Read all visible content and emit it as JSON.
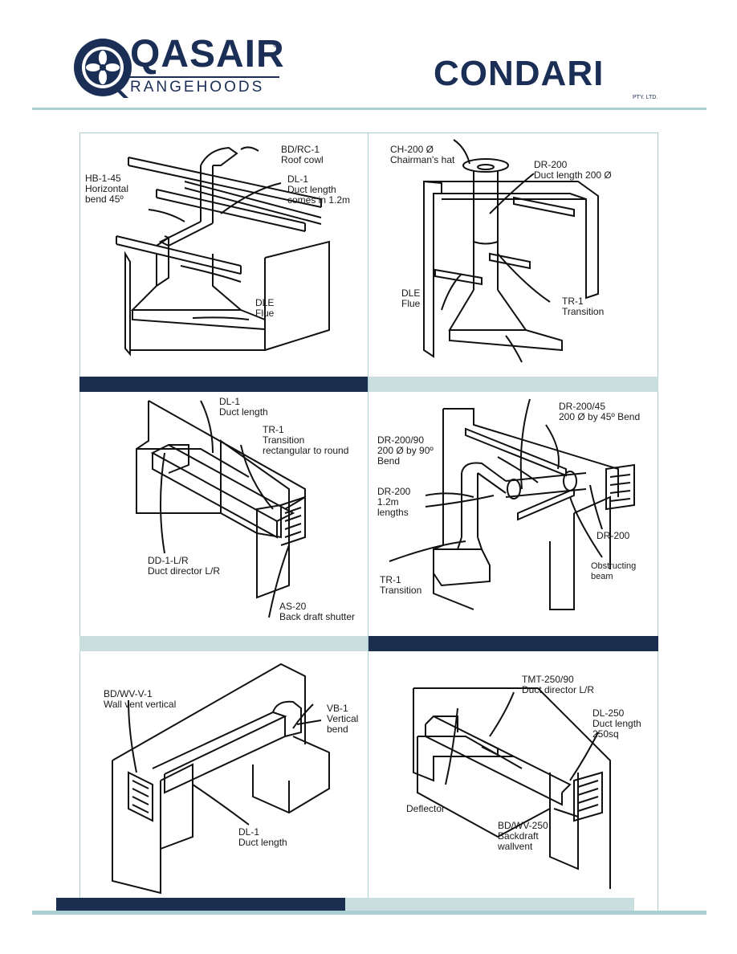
{
  "brand": {
    "qasair": "QASAIR",
    "qasair_reg": "®",
    "qasair_sub": "RANGEHOODS",
    "condari": "CONDARI",
    "condari_pty": "PTY. LTD."
  },
  "colors": {
    "navy": "#1b2e4f",
    "teal_light": "#c9dfdf",
    "teal_rule": "#a9cfd0"
  },
  "panels": [
    {
      "labels": [
        {
          "text": "BD/RC-1\nRoof cowl"
        },
        {
          "text": "HB-1-45\nHorizontal\nbend 45º"
        },
        {
          "text": "DL-1\nDuct length\ncomes in 1.2m"
        },
        {
          "text": "DLE\nFlue"
        }
      ]
    },
    {
      "labels": [
        {
          "text": "CH-200 Ø\nChairman's hat"
        },
        {
          "text": "DR-200\nDuct length 200 Ø"
        },
        {
          "text": "DLE\nFlue"
        },
        {
          "text": "TR-1\nTransition"
        }
      ]
    },
    {
      "labels": [
        {
          "text": "DL-1\nDuct length"
        },
        {
          "text": "TR-1\nTransition\nrectangular to round"
        },
        {
          "text": "DD-1-L/R\nDuct director L/R"
        },
        {
          "text": "AS-20\nBack draft shutter"
        }
      ]
    },
    {
      "labels": [
        {
          "text": "DR-200/45\n200 Ø by 45º Bend"
        },
        {
          "text": "DR-200/90\n200 Ø by 90º\nBend"
        },
        {
          "text": "DR-200\n1.2m\nlengths"
        },
        {
          "text": "DR-200"
        },
        {
          "text": "Obstructing\nbeam"
        },
        {
          "text": "TR-1\nTransition"
        }
      ]
    },
    {
      "labels": [
        {
          "text": "BD/WV-V-1\nWall vent vertical"
        },
        {
          "text": "VB-1\nVertical\nbend"
        },
        {
          "text": "DL-1\nDuct length"
        }
      ]
    },
    {
      "labels": [
        {
          "text": "TMT-250/90\nDuct director L/R"
        },
        {
          "text": "DL-250\nDuct length\n250sq"
        },
        {
          "text": "Deflector"
        },
        {
          "text": "BD/WV-250\nBackdraft\nwallvent"
        }
      ]
    }
  ]
}
